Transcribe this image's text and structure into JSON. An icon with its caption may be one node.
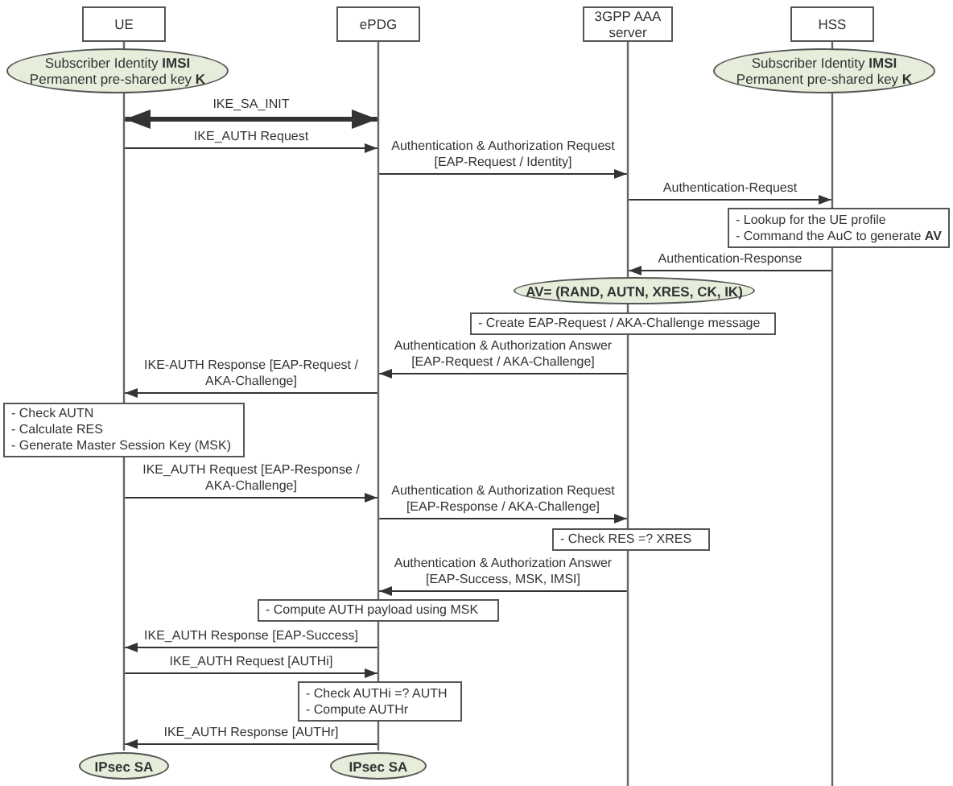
{
  "diagram": {
    "nodes": [
      {
        "text": [
          "UE"
        ]
      },
      {
        "text": [
          "ePDG"
        ]
      },
      {
        "text": [
          "3GPP AAA server"
        ]
      },
      {
        "text": [
          "HSS"
        ]
      },
      {
        "text": [],
        "shape": "line"
      },
      {
        "text": [],
        "shape": "line"
      },
      {
        "text": [],
        "shape": "line"
      },
      {
        "text": [],
        "shape": "line"
      },
      {
        "text": [
          "Subscriber Identity **IMSI**",
          "Permanent pre-shared key **K**"
        ]
      },
      {
        "text": [
          "Subscriber Identity **IMSI**",
          "Permanent pre-shared key **K**"
        ]
      },
      {
        "text": [
          "- Lookup for the UE profile",
          "- Command the AuC to generate **AV**"
        ]
      },
      {
        "text": [
          "AV= (RAND, AUTN, XRES, CK, IK)"
        ]
      },
      {
        "text": [
          "- Create EAP-Request / AKA-Challenge message"
        ]
      },
      {
        "text": [
          "- Check AUTN",
          "- Calculate RES",
          "- Generate Master Session Key (MSK)"
        ]
      },
      {
        "text": [
          "- Check RES =? XRES"
        ]
      },
      {
        "text": [
          "- Compute AUTH payload using MSK"
        ]
      },
      {
        "text": [
          "- Check AUTHi =? AUTH",
          "- Compute AUTHr"
        ]
      },
      {
        "text": [
          "IPsec SA"
        ]
      },
      {
        "text": [
          "IPsec SA"
        ]
      }
    ],
    "edges": [
      {
        "from": 4,
        "to": 5,
        "arrow": "both",
        "label": "IKE_SA_INIT",
        "style": "thick"
      },
      {
        "from": 4,
        "to": 5,
        "arrow": "to",
        "label": "IKE_AUTH Request"
      },
      {
        "from": 5,
        "to": 6,
        "arrow": "to",
        "label": "Authentication & Authorization Request [EAP-Request / Identity]"
      },
      {
        "from": 6,
        "to": 7,
        "arrow": "to",
        "label": "Authentication-Request"
      },
      {
        "from": 7,
        "to": 6,
        "arrow": "to",
        "label": "Authentication-Response"
      },
      {
        "from": 6,
        "to": 5,
        "arrow": "to",
        "label": "Authentication & Authorization Answer [EAP-Request / AKA-Challenge]"
      },
      {
        "from": 5,
        "to": 4,
        "arrow": "to",
        "label": "IKE-AUTH Response [EAP-Request / AKA-Challenge]"
      },
      {
        "from": 4,
        "to": 5,
        "arrow": "to",
        "label": "IKE_AUTH Request [EAP-Response / AKA-Challenge]"
      },
      {
        "from": 5,
        "to": 6,
        "arrow": "to",
        "label": "Authentication & Authorization Request [EAP-Response / AKA-Challenge]"
      },
      {
        "from": 6,
        "to": 5,
        "arrow": "to",
        "label": "Authentication & Authorization Answer [EAP-Success, MSK, IMSI]"
      },
      {
        "from": 5,
        "to": 4,
        "arrow": "to",
        "label": "IKE_AUTH Response [EAP-Success]"
      },
      {
        "from": 4,
        "to": 5,
        "arrow": "to",
        "label": "IKE_AUTH Request [AUTHi]"
      },
      {
        "from": 5,
        "to": 4,
        "arrow": "to",
        "label": "IKE_AUTH Response [AUTHr]"
      }
    ]
  }
}
